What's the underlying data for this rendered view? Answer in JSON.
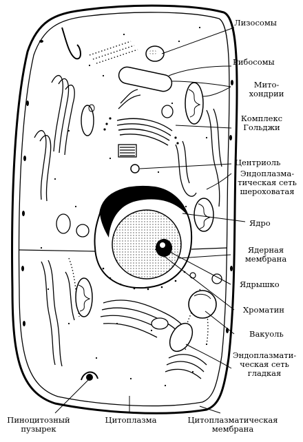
{
  "labels": {
    "lysosomes": "Лизосомы",
    "ribosomes": "Рибосомы",
    "mitochondria": "Мито-\nхондрии",
    "golgi": "Комплекс\nГольджи",
    "centriole": "Центриоль",
    "er_rough": "Эндоплазма-\nтическая сеть\nшероховатая",
    "nucleus": "Ядро",
    "nuclear_membrane": "Ядерная\nмембрана",
    "nucleolus": "Ядрышко",
    "chromatin": "Хроматин",
    "vacuole": "Вакуоль",
    "er_smooth": "Эндоплазмати-\nческая сеть\nгладкая",
    "pinocytotic_vesicle": "Пиноцитозный\nпузырек",
    "cytoplasm": "Цитоплазма",
    "cytoplasmic_membrane": "Цитоплазматическая\nмембрана"
  },
  "colors": {
    "ink": "#000000",
    "paper": "#ffffff"
  }
}
